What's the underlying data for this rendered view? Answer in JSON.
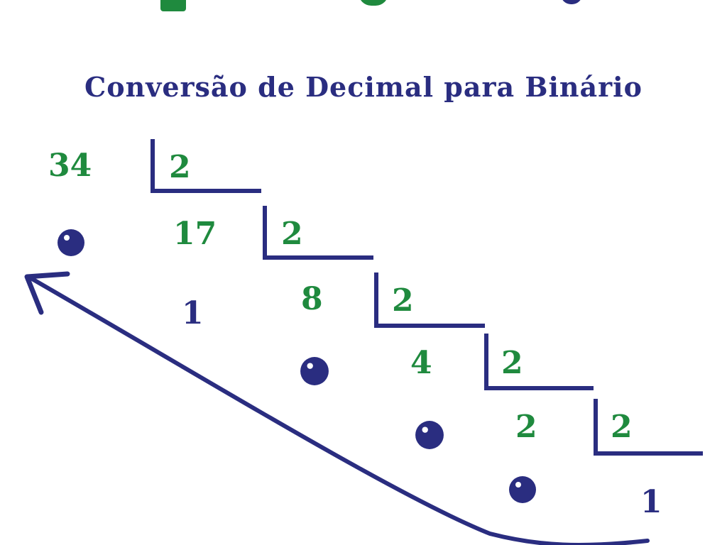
{
  "title": "Conversão de Decimal para Binário",
  "colors": {
    "blue": "#2a2d80",
    "green": "#1f8a3e"
  },
  "steps": [
    {
      "dividend": "34",
      "divisor": "2",
      "remainder": "0"
    },
    {
      "dividend": "17",
      "divisor": "2",
      "remainder": "1"
    },
    {
      "dividend": "8",
      "divisor": "2",
      "remainder": "0"
    },
    {
      "dividend": "4",
      "divisor": "2",
      "remainder": "0"
    },
    {
      "dividend": "2",
      "divisor": "2",
      "remainder": "0"
    }
  ],
  "final_quotient": "1",
  "remainder_dot_icon": "dot-zero-icon",
  "arrow_icon": "curved-arrow-icon"
}
